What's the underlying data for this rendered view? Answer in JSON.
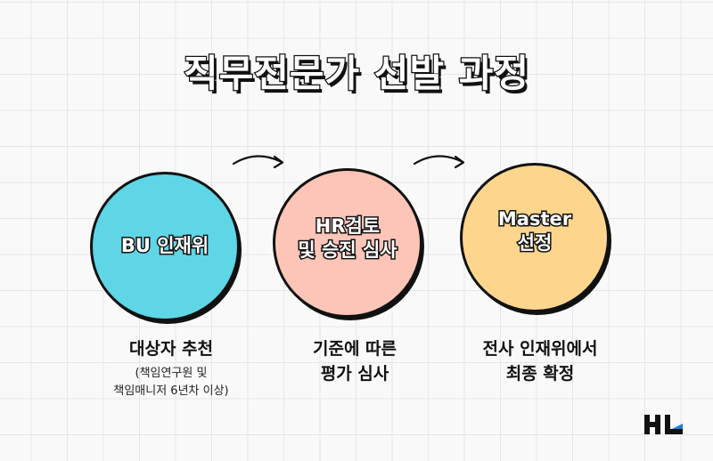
{
  "title": "직무전문가 선발 과정",
  "steps": [
    {
      "circle_lines": [
        "BU 인재위"
      ],
      "color": "#5ed6e6",
      "desc_lines": [
        "대상자 추천"
      ],
      "sub_lines": [
        "(책임연구원 및",
        "책임매니저 6년차 이상)"
      ]
    },
    {
      "circle_lines": [
        "HR검토",
        "및 승진 심사"
      ],
      "color": "#fdc4b8",
      "desc_lines": [
        "기준에 따른",
        "평가 심사"
      ]
    },
    {
      "circle_lines": [
        "Master",
        "선정"
      ],
      "color": "#fed58d",
      "desc_lines": [
        "전사 인재위에서",
        "최종 확정"
      ]
    }
  ],
  "logo": {
    "text": "HL",
    "accent_color": "#1f7ae0"
  }
}
